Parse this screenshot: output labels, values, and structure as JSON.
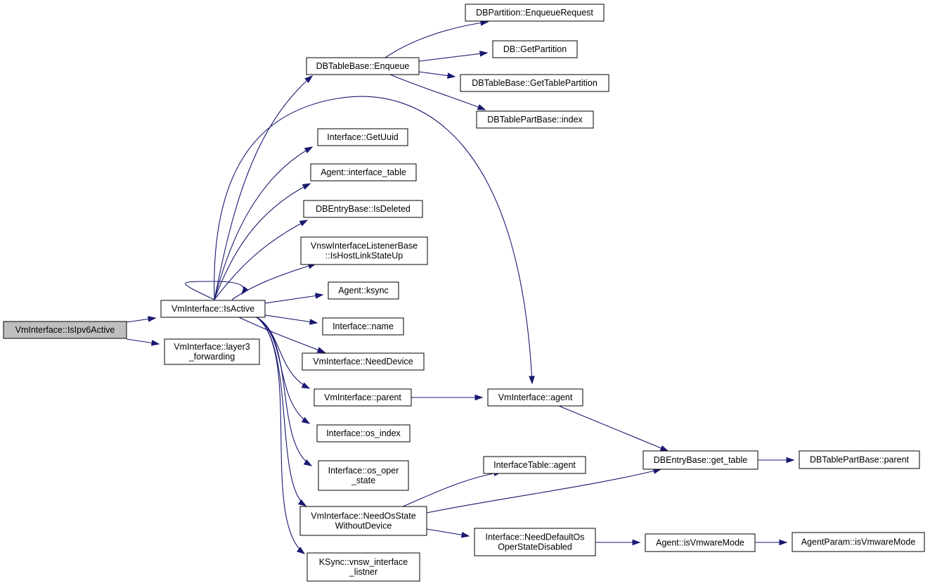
{
  "graph": {
    "root": "isipv6active",
    "nodes": [
      {
        "id": "isipv6active",
        "lines": [
          "VmInterface::IsIpv6Active"
        ]
      },
      {
        "id": "isactive",
        "lines": [
          "VmInterface::IsActive"
        ]
      },
      {
        "id": "layer3",
        "lines": [
          "VmInterface::layer3",
          "_forwarding"
        ]
      },
      {
        "id": "enqueue",
        "lines": [
          "DBTableBase::Enqueue"
        ]
      },
      {
        "id": "enqueuereq",
        "lines": [
          "DBPartition::EnqueueRequest"
        ]
      },
      {
        "id": "getpartition",
        "lines": [
          "DB::GetPartition"
        ]
      },
      {
        "id": "gettablepartition",
        "lines": [
          "DBTableBase::GetTablePartition"
        ]
      },
      {
        "id": "index",
        "lines": [
          "DBTablePartBase::index"
        ]
      },
      {
        "id": "getuuid",
        "lines": [
          "Interface::GetUuid"
        ]
      },
      {
        "id": "interfacetable",
        "lines": [
          "Agent::interface_table"
        ]
      },
      {
        "id": "isdeleted",
        "lines": [
          "DBEntryBase::IsDeleted"
        ]
      },
      {
        "id": "ishostlink",
        "lines": [
          "VnswInterfaceListenerBase",
          "::IsHostLinkStateUp"
        ]
      },
      {
        "id": "ksync",
        "lines": [
          "Agent::ksync"
        ]
      },
      {
        "id": "name",
        "lines": [
          "Interface::name"
        ]
      },
      {
        "id": "needdevice",
        "lines": [
          "VmInterface::NeedDevice"
        ]
      },
      {
        "id": "parent",
        "lines": [
          "VmInterface::parent"
        ]
      },
      {
        "id": "agent",
        "lines": [
          "VmInterface::agent"
        ]
      },
      {
        "id": "osindex",
        "lines": [
          "Interface::os_index"
        ]
      },
      {
        "id": "osoper",
        "lines": [
          "Interface::os_oper",
          "_state"
        ]
      },
      {
        "id": "needosstate",
        "lines": [
          "VmInterface::NeedOsState",
          "WithoutDevice"
        ]
      },
      {
        "id": "ksyncvnsw",
        "lines": [
          "KSync::vnsw_interface",
          "_listner"
        ]
      },
      {
        "id": "itagent",
        "lines": [
          "InterfaceTable::agent"
        ]
      },
      {
        "id": "gettable",
        "lines": [
          "DBEntryBase::get_table"
        ]
      },
      {
        "id": "dbparent",
        "lines": [
          "DBTablePartBase::parent"
        ]
      },
      {
        "id": "needdefaultos",
        "lines": [
          "Interface::NeedDefaultOs",
          "OperStateDisabled"
        ]
      },
      {
        "id": "isvmware",
        "lines": [
          "Agent::isVmwareMode"
        ]
      },
      {
        "id": "paramvmware",
        "lines": [
          "AgentParam::isVmwareMode"
        ]
      }
    ],
    "edges": [
      {
        "from": "isipv6active",
        "to": "isactive"
      },
      {
        "from": "isipv6active",
        "to": "layer3"
      },
      {
        "from": "isactive",
        "to": "isactive"
      },
      {
        "from": "isactive",
        "to": "enqueue"
      },
      {
        "from": "isactive",
        "to": "agent"
      },
      {
        "from": "isactive",
        "to": "getuuid"
      },
      {
        "from": "isactive",
        "to": "interfacetable"
      },
      {
        "from": "isactive",
        "to": "isdeleted"
      },
      {
        "from": "isactive",
        "to": "ishostlink"
      },
      {
        "from": "isactive",
        "to": "ksync"
      },
      {
        "from": "isactive",
        "to": "name"
      },
      {
        "from": "isactive",
        "to": "needdevice"
      },
      {
        "from": "isactive",
        "to": "parent"
      },
      {
        "from": "isactive",
        "to": "osindex"
      },
      {
        "from": "isactive",
        "to": "osoper"
      },
      {
        "from": "isactive",
        "to": "needosstate"
      },
      {
        "from": "isactive",
        "to": "ksyncvnsw"
      },
      {
        "from": "enqueue",
        "to": "enqueuereq"
      },
      {
        "from": "enqueue",
        "to": "getpartition"
      },
      {
        "from": "enqueue",
        "to": "gettablepartition"
      },
      {
        "from": "enqueue",
        "to": "index"
      },
      {
        "from": "parent",
        "to": "agent"
      },
      {
        "from": "agent",
        "to": "gettable"
      },
      {
        "from": "gettable",
        "to": "dbparent"
      },
      {
        "from": "needosstate",
        "to": "itagent"
      },
      {
        "from": "needosstate",
        "to": "gettable"
      },
      {
        "from": "needosstate",
        "to": "needdefaultos"
      },
      {
        "from": "needdefaultos",
        "to": "isvmware"
      },
      {
        "from": "isvmware",
        "to": "paramvmware"
      }
    ]
  }
}
